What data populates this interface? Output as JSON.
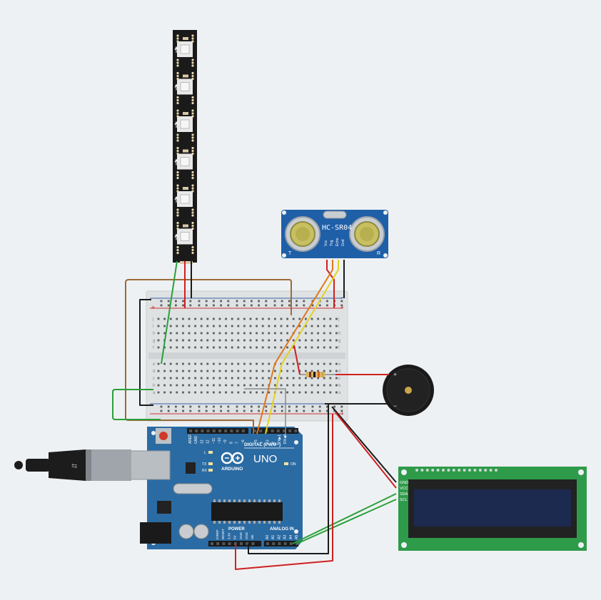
{
  "sensor": {
    "model": "HC-SR04",
    "pins": [
      "Vcc",
      "Trig",
      "Echo",
      "Gnd"
    ],
    "left_mark": "T",
    "right_mark": "R"
  },
  "arduino": {
    "brand": "ARDUINO",
    "model": "UNO",
    "digital_label": "DIGITAL (PWM~)",
    "power_label": "POWER",
    "analog_label": "ANALOG IN",
    "on_label": "ON",
    "led_l": "L",
    "led_tx": "TX",
    "led_rx": "RX",
    "digital_pins": [
      "AREF",
      "GND",
      "13",
      "12",
      "~11",
      "~10",
      "~9",
      "8",
      "7",
      "~6",
      "~5",
      "4",
      "~3",
      "2",
      "TX▶1",
      "RX◀0"
    ],
    "power_pins": [
      "IOREF",
      "RESET",
      "3.3V",
      "5V",
      "GND",
      "GND",
      "Vin"
    ],
    "analog_pins": [
      "A0",
      "A1",
      "A2",
      "A3",
      "A4",
      "A5"
    ]
  },
  "lcd": {
    "pins": [
      "GND",
      "VCC",
      "SDA",
      "SCL"
    ]
  },
  "breadboard": {
    "rows_top": [
      "j",
      "i",
      "h",
      "g",
      "f"
    ],
    "rows_bottom": [
      "e",
      "d",
      "c",
      "b",
      "a"
    ],
    "plus": "+",
    "minus": "−"
  },
  "buzzer": {
    "plus": "+",
    "minus": "−"
  },
  "colors": {
    "arduino": "#2b6ba3",
    "lcd_board": "#2e9b4a",
    "lcd_screen": "#1c2a4f",
    "sensor": "#1f5fa8",
    "strip": "#1a1a1a"
  }
}
